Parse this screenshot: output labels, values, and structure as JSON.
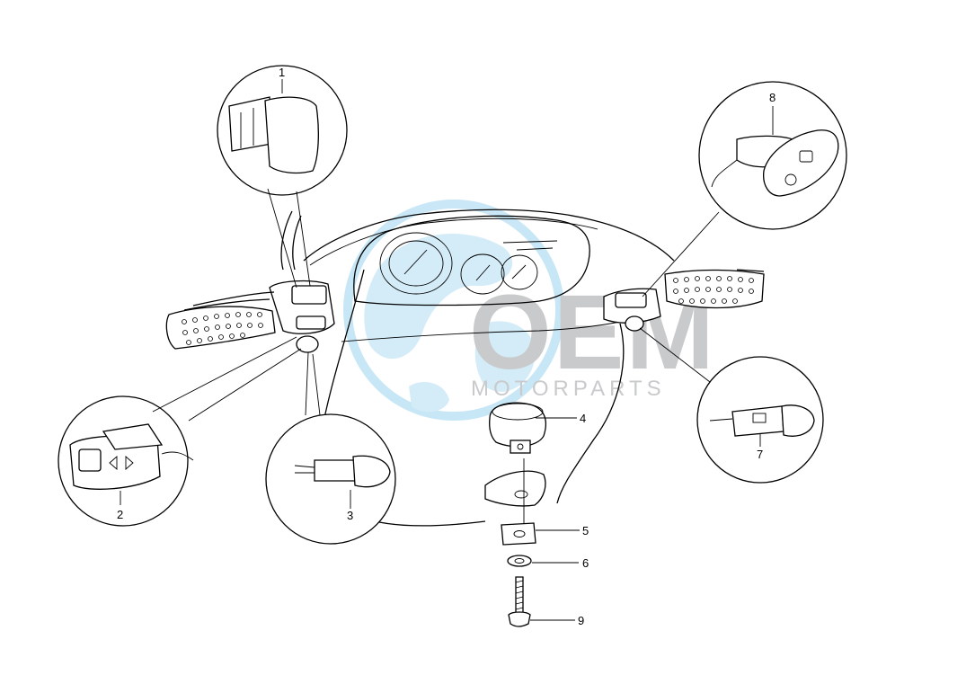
{
  "watermark": {
    "brand": "OEM",
    "tagline": "MOTORPARTS",
    "colors": {
      "text": "#c9cacb",
      "globe": "#bfe3f5"
    }
  },
  "callouts": [
    "1",
    "2",
    "3",
    "4",
    "5",
    "6",
    "7",
    "8",
    "9"
  ],
  "parts": [
    {
      "ref": "1",
      "part": "left-switch-cover"
    },
    {
      "ref": "2",
      "part": "turn-signal-switch"
    },
    {
      "ref": "3",
      "part": "horn-button"
    },
    {
      "ref": "4",
      "part": "horn"
    },
    {
      "ref": "5",
      "part": "clip-nut"
    },
    {
      "ref": "6",
      "part": "washer"
    },
    {
      "ref": "7",
      "part": "starter-button"
    },
    {
      "ref": "8",
      "part": "light-switch"
    },
    {
      "ref": "9",
      "part": "screw"
    }
  ]
}
